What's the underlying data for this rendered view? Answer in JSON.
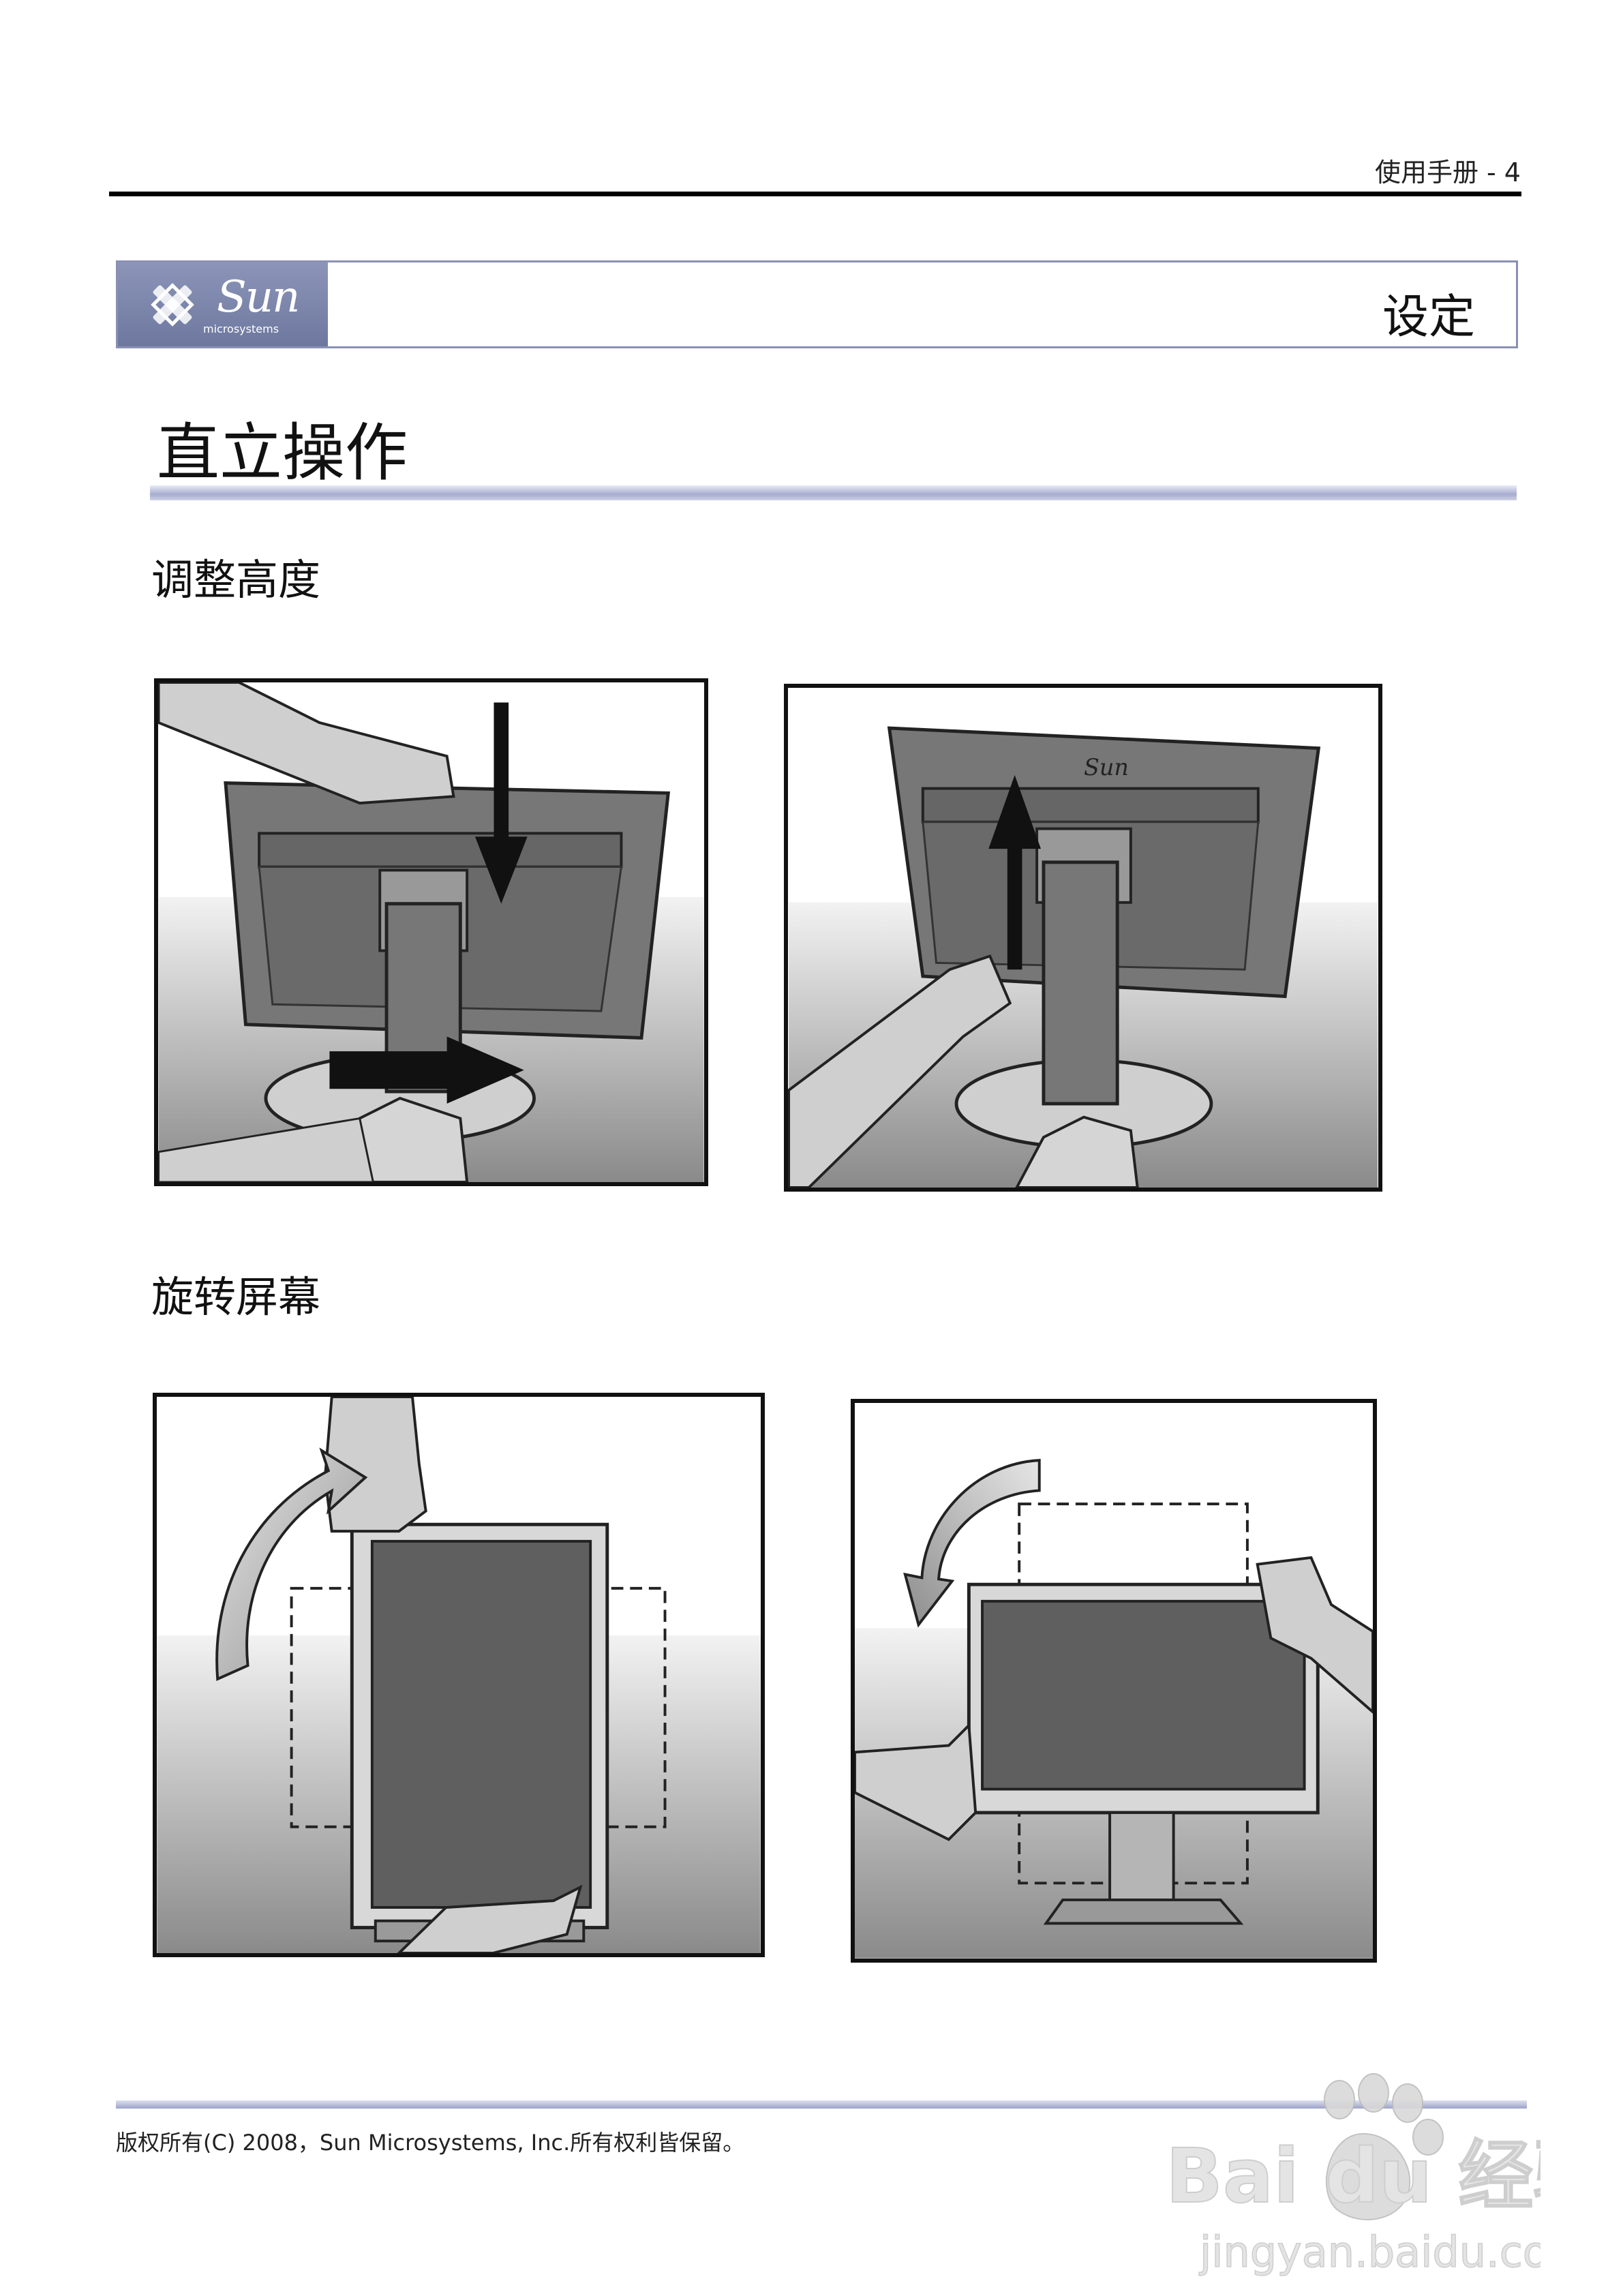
{
  "header": {
    "text": "使用手册 - 4"
  },
  "banner": {
    "logo_text": "Sun",
    "logo_sub": "microsystems",
    "title": "设定"
  },
  "section": {
    "title": "直立操作"
  },
  "subsections": [
    {
      "title": "调整高度"
    },
    {
      "title": "旋转屏幕"
    }
  ],
  "footer": {
    "copyright": "版权所有(C) 2008，Sun Microsystems, Inc.所有权利皆保留。"
  },
  "watermark": {
    "brand": "Bai du 经验",
    "url": "jingyan.baidu.com"
  }
}
